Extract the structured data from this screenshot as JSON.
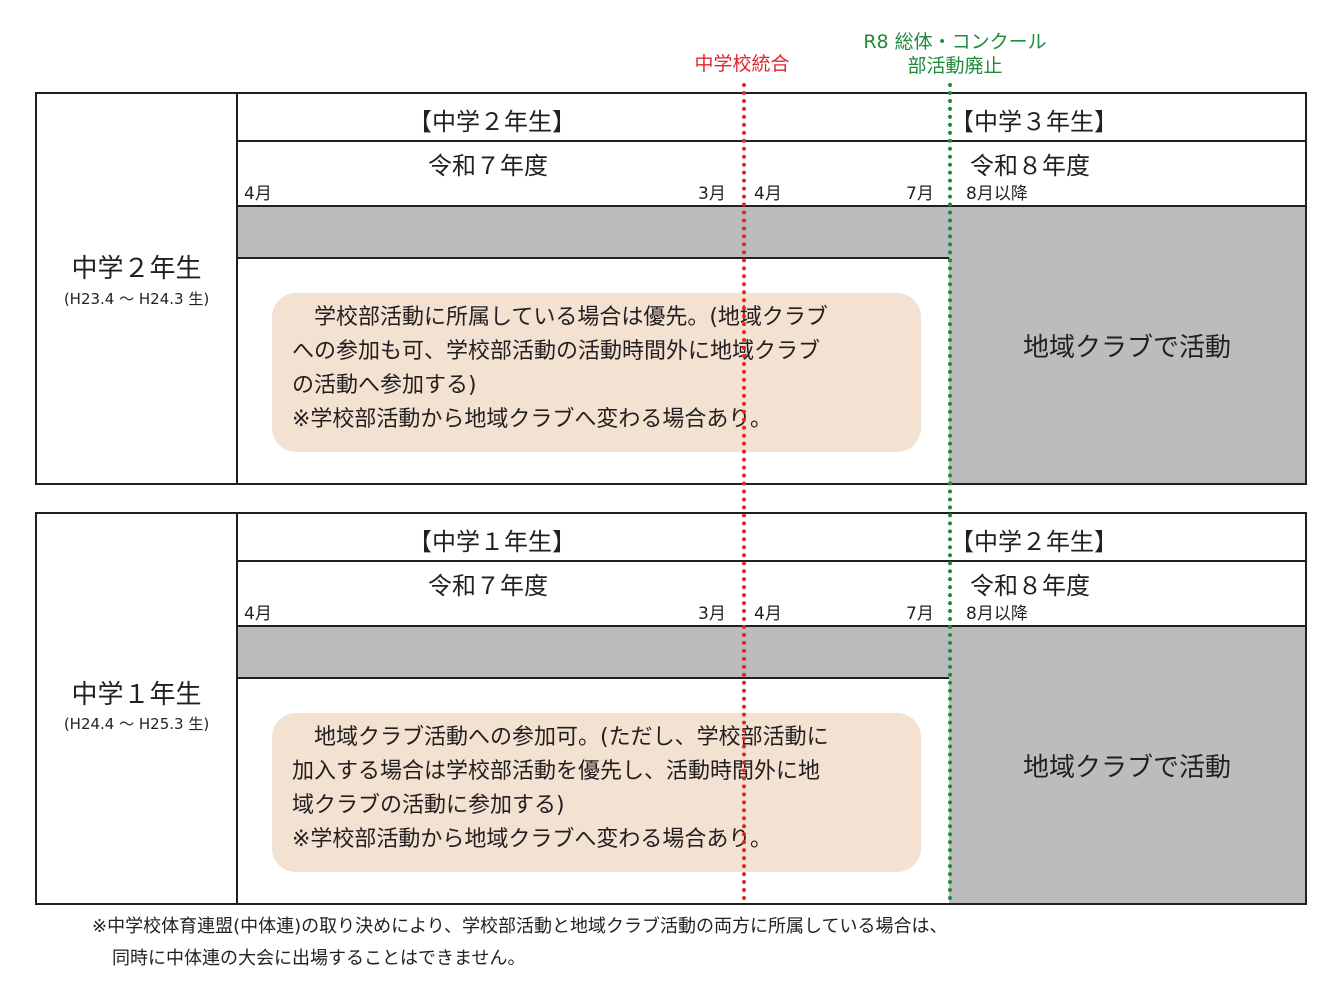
{
  "markers": {
    "merge_label": "中学校統合",
    "abolish_label_line1": "R8 総体・コンクール",
    "abolish_label_line2": "部活動廃止",
    "merge_color": "#e0262c",
    "abolish_color": "#1f8a3a"
  },
  "blocks": [
    {
      "grade": "中学２年生",
      "birth_range": "(H23.4 〜 H24.3 生)",
      "grade_this_year": "【中学２年生】",
      "grade_next_year": "【中学３年生】",
      "year_this": "令和７年度",
      "year_next": "令和８年度",
      "months": {
        "apr1": "4月",
        "mar": "3月",
        "apr2": "4月",
        "jul": "7月",
        "aug": "8月以降"
      },
      "note_lines": [
        "　学校部活動に所属している場合は優先。(地域クラブ",
        "への参加も可、学校部活動の活動時間外に地域クラブ",
        "の活動へ参加する)",
        "※学校部活動から地域クラブへ変わる場合あり。"
      ],
      "club_text": "地域クラブで活動"
    },
    {
      "grade": "中学１年生",
      "birth_range": "(H24.4 〜 H25.3 生)",
      "grade_this_year": "【中学１年生】",
      "grade_next_year": "【中学２年生】",
      "year_this": "令和７年度",
      "year_next": "令和８年度",
      "months": {
        "apr1": "4月",
        "mar": "3月",
        "apr2": "4月",
        "jul": "7月",
        "aug": "8月以降"
      },
      "note_lines": [
        "　地域クラブ活動への参加可。(ただし、学校部活動に",
        "加入する場合は学校部活動を優先し、活動時間外に地",
        "域クラブの活動に参加する)",
        "※学校部活動から地域クラブへ変わる場合あり。"
      ],
      "club_text": "地域クラブで活動"
    }
  ],
  "footnote": {
    "line1": "※中学校体育連盟(中体連)の取り決めにより、学校部活動と地域クラブ活動の両方に所属している場合は、",
    "line2": "同時に中体連の大会に出場することはできません。"
  }
}
